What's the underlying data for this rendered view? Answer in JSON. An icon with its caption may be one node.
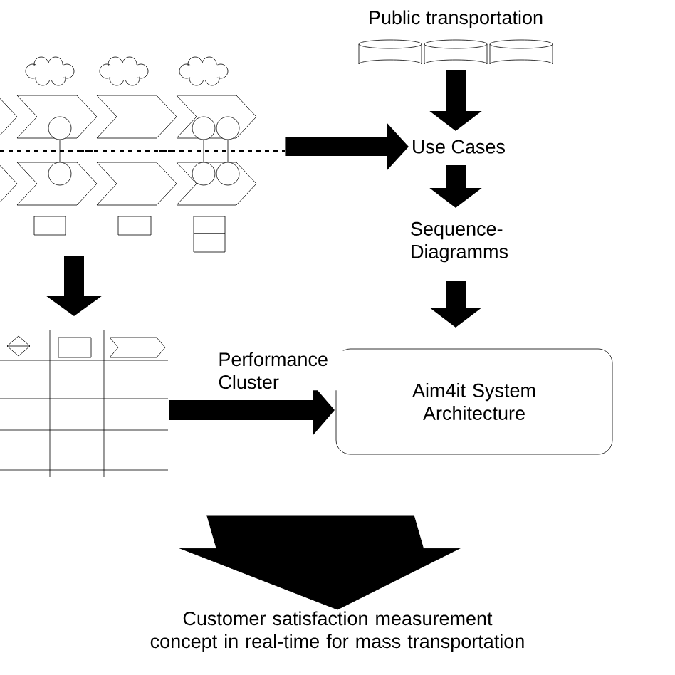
{
  "diagram": {
    "nodes": [
      {
        "text": [],
        "shape": "picture"
      },
      {
        "text": [
          "Public transportation"
        ]
      },
      {
        "text": [
          "Use Cases"
        ]
      },
      {
        "text": [
          "Sequence-Diagramms"
        ]
      },
      {
        "text": [],
        "shape": "picture"
      },
      {
        "text": [
          "Aim4it System Architecture"
        ]
      },
      {
        "text": [
          "Customer satisfaction measurement concept in real-time for mass transportation"
        ]
      }
    ],
    "edges": [
      {
        "from": 0,
        "to": 2,
        "arrow": "to"
      },
      {
        "from": 1,
        "to": 2,
        "arrow": "to"
      },
      {
        "from": 2,
        "to": 3,
        "arrow": "to"
      },
      {
        "from": 3,
        "to": 5,
        "arrow": "to"
      },
      {
        "from": 0,
        "to": 4,
        "arrow": "to"
      },
      {
        "from": 4,
        "to": 5,
        "arrow": "to",
        "label": "Performance Cluster"
      },
      {
        "from": null,
        "to": 6,
        "arrow": "to",
        "style": "thick"
      }
    ]
  }
}
